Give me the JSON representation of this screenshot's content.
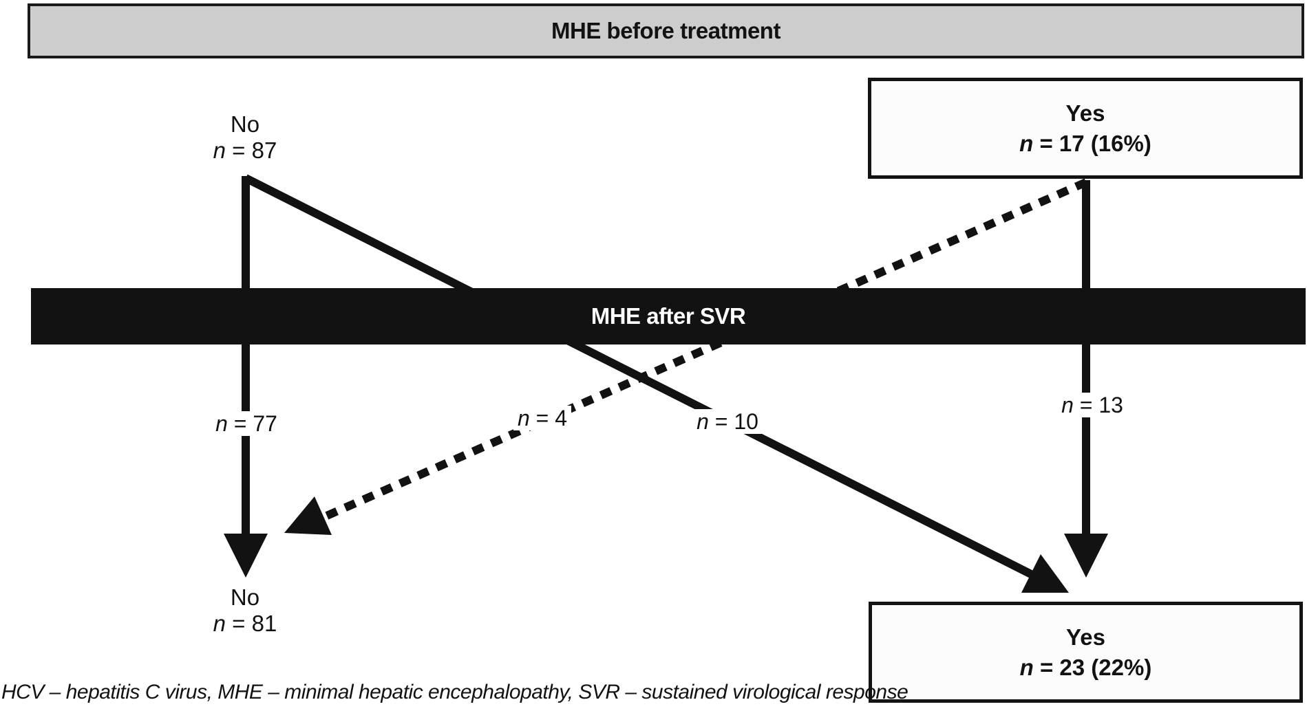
{
  "header": {
    "title": "MHE before treatment"
  },
  "mid_bar": {
    "title": "MHE after SVR"
  },
  "nodes": {
    "no_before": {
      "line1": "No",
      "n_italic": "n",
      "n_value": " = 87"
    },
    "yes_before": {
      "line1": "Yes",
      "n_italic": "n",
      "n_value": " = 17 (16%)"
    },
    "no_after": {
      "line1": "No",
      "n_italic": "n",
      "n_value": " = 81"
    },
    "yes_after": {
      "line1": "Yes",
      "n_italic": "n",
      "n_value": " = 23 (22%)"
    }
  },
  "arrows": {
    "no_to_no": {
      "n_italic": "n",
      "value": " = 77",
      "style": "solid"
    },
    "yes_to_no": {
      "n_italic": "n",
      "value": " = 4",
      "style": "dashed"
    },
    "no_to_yes": {
      "n_italic": "n",
      "value": " = 10",
      "style": "solid"
    },
    "yes_to_yes": {
      "n_italic": "n",
      "value": " = 13",
      "style": "solid"
    }
  },
  "footnote": "HCV – hepatitis C virus, MHE – minimal hepatic encephalopathy, SVR – sustained virological response",
  "colors": {
    "header_fill": "#cdcdcd",
    "band_fill": "#121212",
    "box_fill": "#fcfcfc",
    "ink": "#121212"
  }
}
